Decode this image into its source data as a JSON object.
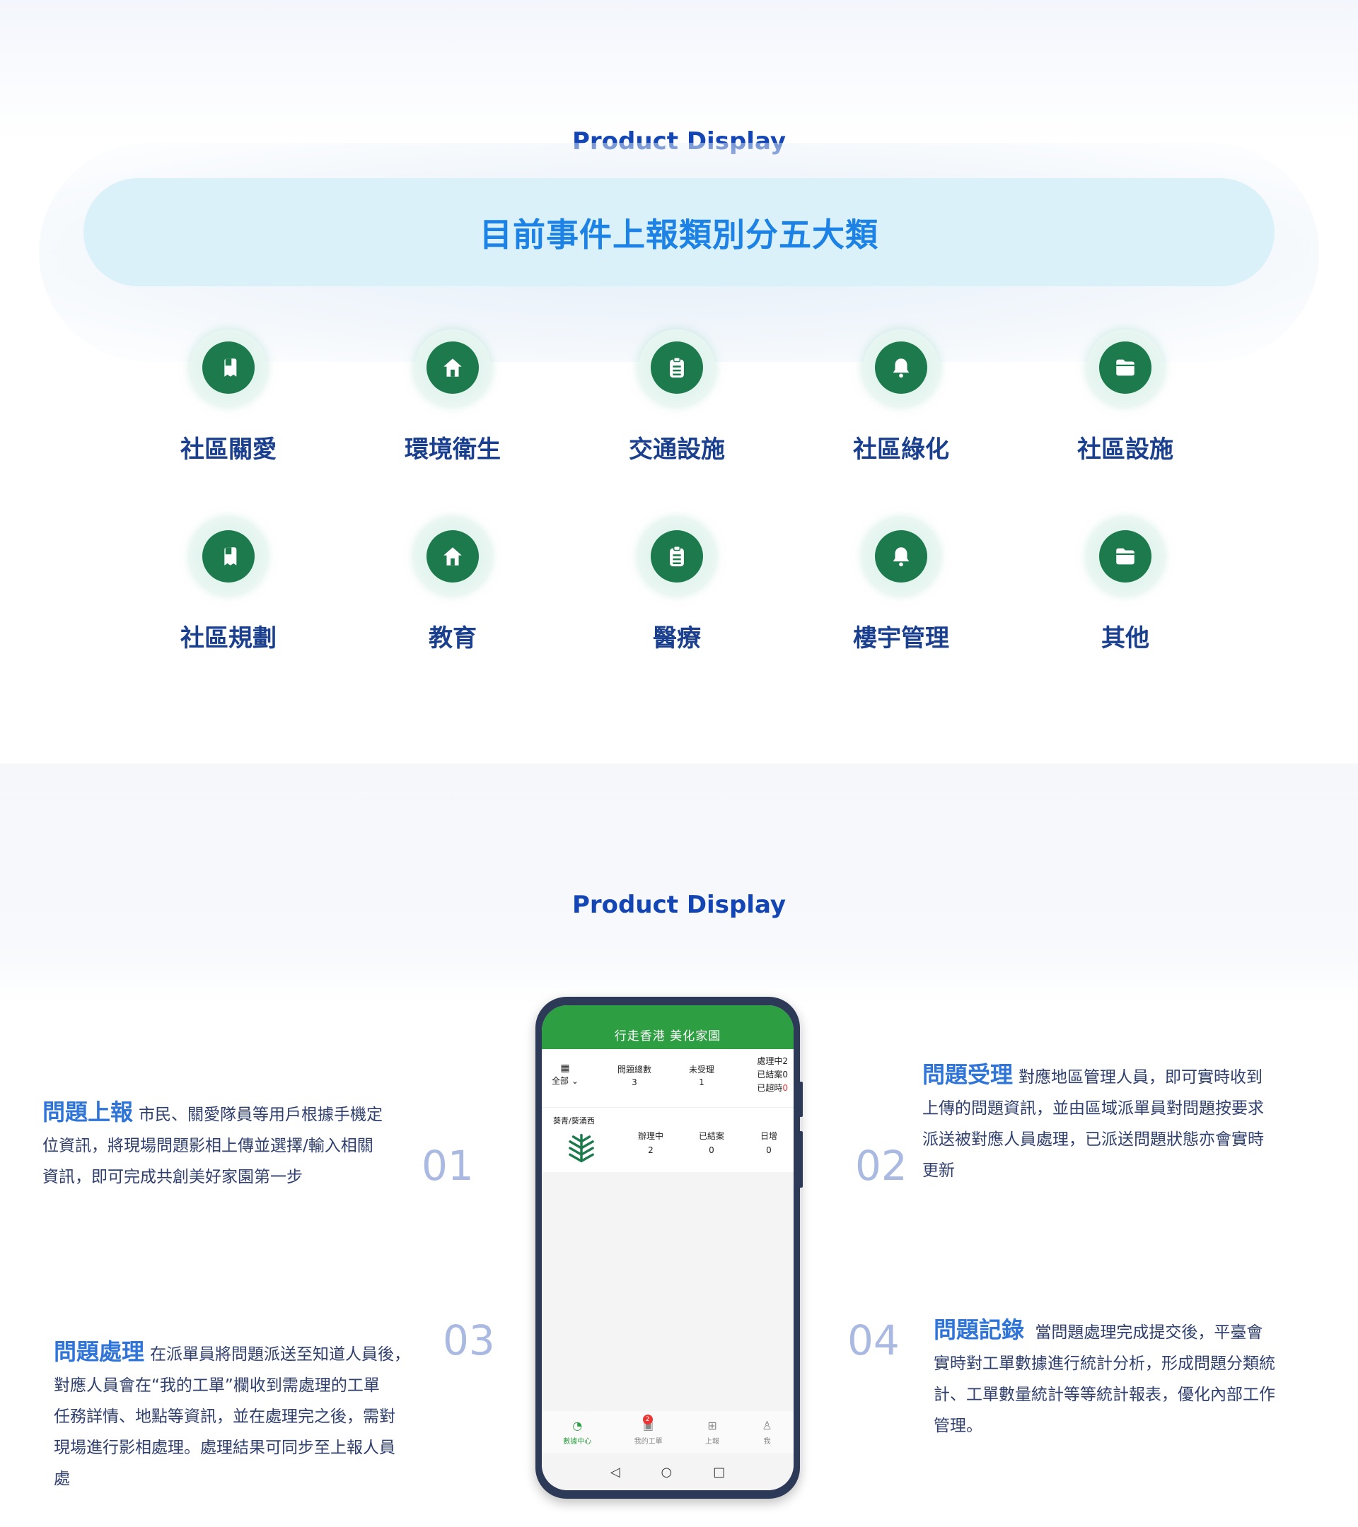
{
  "section1": {
    "title": "Product Display",
    "banner": "目前事件上報類別分五大類",
    "categories": [
      {
        "label": "社區關愛",
        "icon": "bookmark-icon"
      },
      {
        "label": "環境衛生",
        "icon": "home-icon"
      },
      {
        "label": "交通設施",
        "icon": "clipboard-icon"
      },
      {
        "label": "社區綠化",
        "icon": "bell-icon"
      },
      {
        "label": "社區設施",
        "icon": "folder-icon"
      },
      {
        "label": "社區規劃",
        "icon": "bookmark-icon"
      },
      {
        "label": "教育",
        "icon": "home-icon"
      },
      {
        "label": "醫療",
        "icon": "clipboard-icon"
      },
      {
        "label": "樓宇管理",
        "icon": "bell-icon"
      },
      {
        "label": "其他",
        "icon": "folder-icon"
      }
    ],
    "colors": {
      "icon_bg": "#1d7a4c",
      "label": "#1a3f8f",
      "banner_bg": "#dbf1f9",
      "banner_text": "#1c82e6"
    }
  },
  "section2": {
    "title": "Product Display",
    "features": [
      {
        "num": "01",
        "title": "問題上報",
        "lines": [
          "市民、關愛隊員等用戶根據手機定",
          "位資訊，將現場問題影相上傳並選擇/輸入相關",
          "資訊，即可完成共創美好家園第一步"
        ]
      },
      {
        "num": "02",
        "title": "問題受理",
        "lines": [
          "對應地區管理人員，即可實時收到",
          "上傳的問題資訊，並由區域派單員對問題按要求",
          "派送被對應人員處理，已派送問題狀態亦會實時",
          "更新"
        ]
      },
      {
        "num": "03",
        "title": "問題處理",
        "lines": [
          "在派單員將問題派送至知道人員後，",
          "對應人員會在“我的工單”欄收到需處理的工單",
          "任務詳情、地點等資訊，並在處理完之後，需對",
          "現場進行影相處理。處理結果可同步至上報人員",
          "處"
        ]
      },
      {
        "num": "04",
        "title": "問題記錄",
        "lines": [
          " 當問題處理完成提交後，平臺會",
          "實時對工單數據進行統計分析，形成問題分類統",
          "計、工單數量統計等等統計報表，優化內部工作",
          "管理。"
        ]
      }
    ],
    "phone": {
      "header": "行走香港 美化家園",
      "filter": "全部",
      "stats": [
        {
          "label": "問題總數",
          "value": "3"
        },
        {
          "label": "未受理",
          "value": "1"
        }
      ],
      "side": {
        "processing": "處理中2",
        "closed": "已結案0",
        "overdue_label": "已超時",
        "overdue_value": "0"
      },
      "region": {
        "name": "葵青/葵涌西",
        "stats": [
          {
            "label": "辦理中",
            "value": "2"
          },
          {
            "label": "已結案",
            "value": "0"
          },
          {
            "label": "日增",
            "value": "0"
          }
        ]
      },
      "tabs": [
        {
          "label": "數據中心",
          "icon": "dashboard-icon"
        },
        {
          "label": "我的工單",
          "icon": "briefcase-icon",
          "badge": "2"
        },
        {
          "label": "上報",
          "icon": "plus-square-icon"
        },
        {
          "label": "我",
          "icon": "user-icon"
        }
      ],
      "nav": [
        "◁",
        "○",
        "□"
      ]
    }
  }
}
